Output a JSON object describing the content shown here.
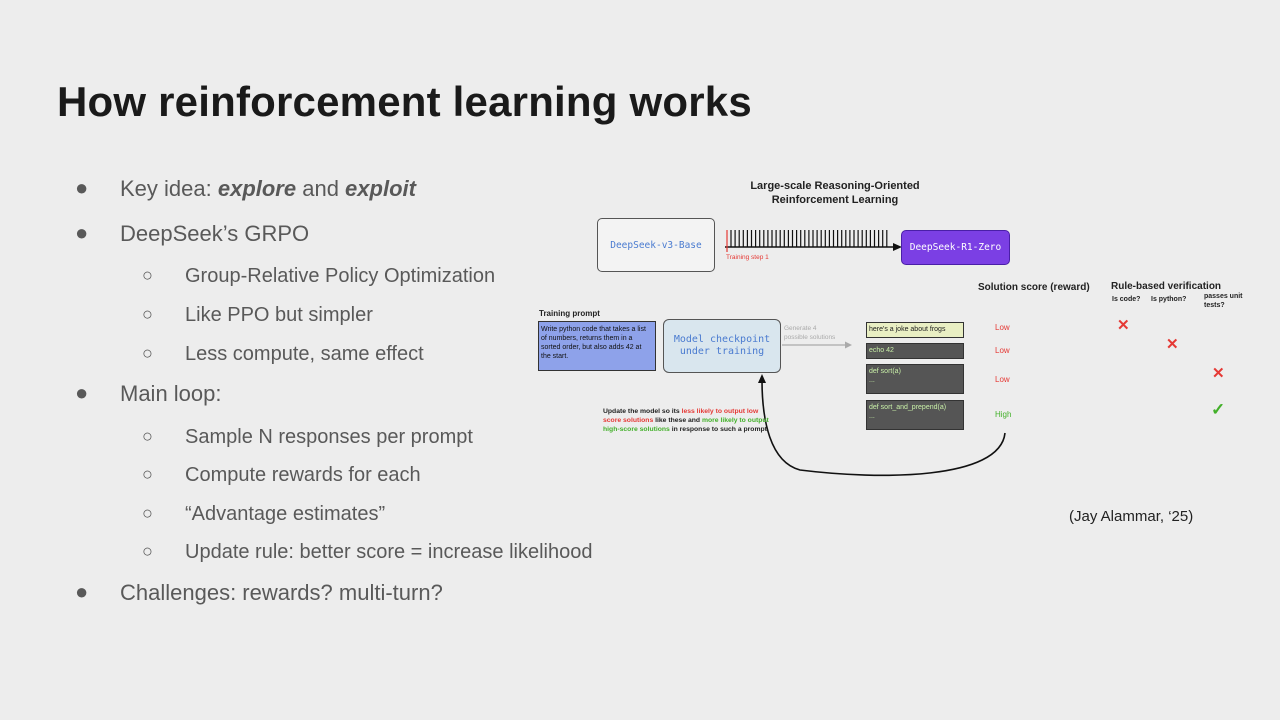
{
  "slide": {
    "title": "How reinforcement learning works",
    "bullets": {
      "key_idea_prefix": "Key idea: ",
      "explore": "explore",
      "and": " and ",
      "exploit": "exploit",
      "grpo": "DeepSeek’s GRPO",
      "grpo_sub1": "Group-Relative Policy Optimization",
      "grpo_sub2": "Like PPO but simpler",
      "grpo_sub3": "Less compute, same effect",
      "main_loop": "Main loop:",
      "loop_sub1": "Sample N responses per prompt",
      "loop_sub2": "Compute rewards for each",
      "loop_sub3": "“Advantage estimates”",
      "loop_sub4": "Update rule: better score = increase likelihood",
      "challenges": "Challenges: rewards? multi-turn?"
    },
    "bullet_glyph": "●",
    "sub_bullet_glyph": "○",
    "citation": "(Jay Alammar, ‘25)"
  },
  "diagram": {
    "header_line1": "Large-scale Reasoning-Oriented",
    "header_line2": "Reinforcement Learning",
    "base_model": "DeepSeek-v3-Base",
    "final_model": "DeepSeek-R1-Zero",
    "training_step": "Training step 1",
    "training_prompt_label": "Training prompt",
    "training_prompt_text": "Write python code that takes a list of numbers, returns them in a sorted order, but also adds 42 at the start.",
    "checkpoint_line1": "Model checkpoint",
    "checkpoint_line2": "under training",
    "generate_line1": "Generate 4",
    "generate_line2": "possible solutions",
    "solution_score_header": "Solution score (reward)",
    "verification_header": "Rule-based verification",
    "col_is_code": "Is code?",
    "col_is_python": "Is python?",
    "col_passes_tests_1": "passes unit",
    "col_passes_tests_2": "tests?",
    "responses": [
      {
        "line1": "here's a joke about frogs",
        "line2": ""
      },
      {
        "line1": "echo 42",
        "line2": ""
      },
      {
        "line1": "def sort(a)",
        "line2": "..."
      },
      {
        "line1": "def sort_and_prepend(a)",
        "line2": "..."
      }
    ],
    "scores": [
      "Low",
      "Low",
      "Low",
      "High"
    ],
    "update_text": {
      "p1": "Update the model so its ",
      "p2": "less likely to output low score solutions",
      "p3": " like these and ",
      "p4": "more likely to output high-score solutions",
      "p5": " in response to such a prompt"
    },
    "cross_glyph": "✕",
    "check_glyph": "✓",
    "colors": {
      "base_text": "#4a7bd0",
      "final_fill": "#7b3fe4",
      "prompt_fill": "#8ea2ea",
      "checkpoint_fill": "#d9e6ee",
      "checkpoint_text": "#4a7bd0",
      "low": "#e53935",
      "high": "#43b02a",
      "step_label": "#e53935"
    }
  }
}
